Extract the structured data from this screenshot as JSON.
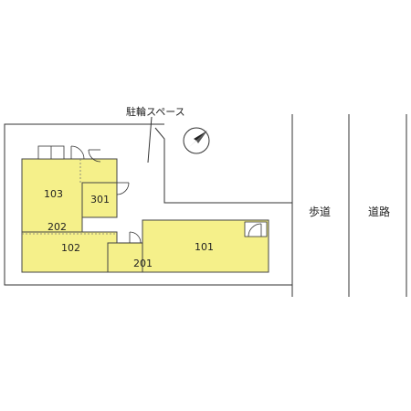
{
  "labels": {
    "bicycle_parking": "駐輪スペース",
    "sidewalk": "歩道",
    "road": "道路"
  },
  "units": {
    "u103": "103",
    "u301": "301",
    "u202": "202",
    "u102": "102",
    "u201": "201",
    "u101": "101"
  },
  "colors": {
    "unit_fill": "#f5f08a",
    "line": "#333333",
    "dash": "#777777"
  },
  "icons": {
    "compass": "north-arrow-icon"
  }
}
